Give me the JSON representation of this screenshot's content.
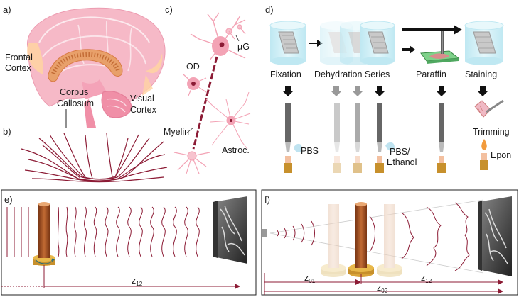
{
  "panels": {
    "a": {
      "letter": "a)",
      "labels": {
        "frontal_line1": "Frontal",
        "frontal_line2": "Cortex",
        "corpus_line1": "Corpus",
        "corpus_line2": "Callosum",
        "visual_line1": "Visual",
        "visual_line2": "Cortex"
      }
    },
    "b": {
      "letter": "b)"
    },
    "c": {
      "letter": "c)",
      "labels": {
        "ug": "µG",
        "od": "OD",
        "myelin": "Myelin",
        "astroc": "Astroc."
      }
    },
    "d": {
      "letter": "d)",
      "steps": [
        "Fixation",
        "Dehydration Series",
        "Paraffin",
        "Staining"
      ],
      "labels": {
        "pbs": "PBS",
        "pbs_eth_line1": "PBS/",
        "pbs_eth_line2": "Ethanol",
        "trimming": "Trimming",
        "epon": "Epon"
      }
    },
    "e": {
      "letter": "e)",
      "distance": {
        "main": "z",
        "sub": "12"
      }
    },
    "f": {
      "letter": "f)",
      "distances": [
        {
          "main": "z",
          "sub": "01"
        },
        {
          "main": "z",
          "sub": "02"
        },
        {
          "main": "z",
          "sub": "12"
        }
      ]
    }
  },
  "colors": {
    "brain_pink": "#f6b9c7",
    "brain_dark": "#f08fa7",
    "callosum": "#d97b45",
    "cortex_orange": "#ffd3a3",
    "fiber_red": "#8c1b35",
    "cylinder_blue": "#cfeef5",
    "sample_wood": "#a8562a",
    "sample_gold": "#d9a43a",
    "detector_gray": "#555555"
  }
}
